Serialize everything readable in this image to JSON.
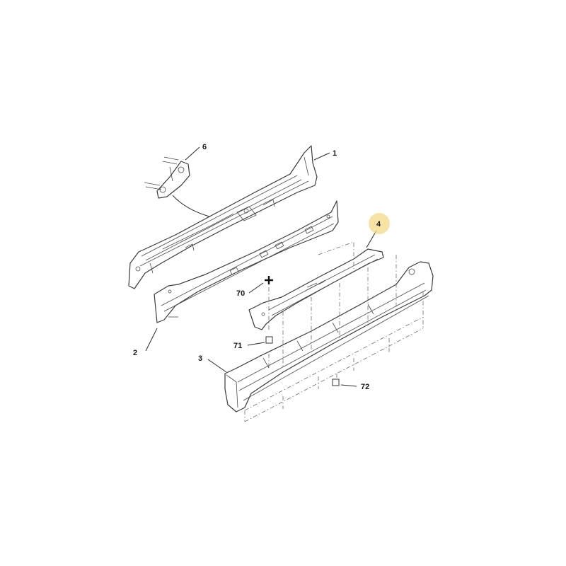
{
  "callouts": {
    "c1": "1",
    "c2": "2",
    "c3": "3",
    "c4": "4",
    "c6": "6",
    "c70": "70",
    "c71": "71",
    "c72": "72"
  },
  "highlight_color": "#f6d98a",
  "icons": {
    "c70": "cross-icon",
    "c71": "square-icon",
    "c72": "square-icon"
  }
}
